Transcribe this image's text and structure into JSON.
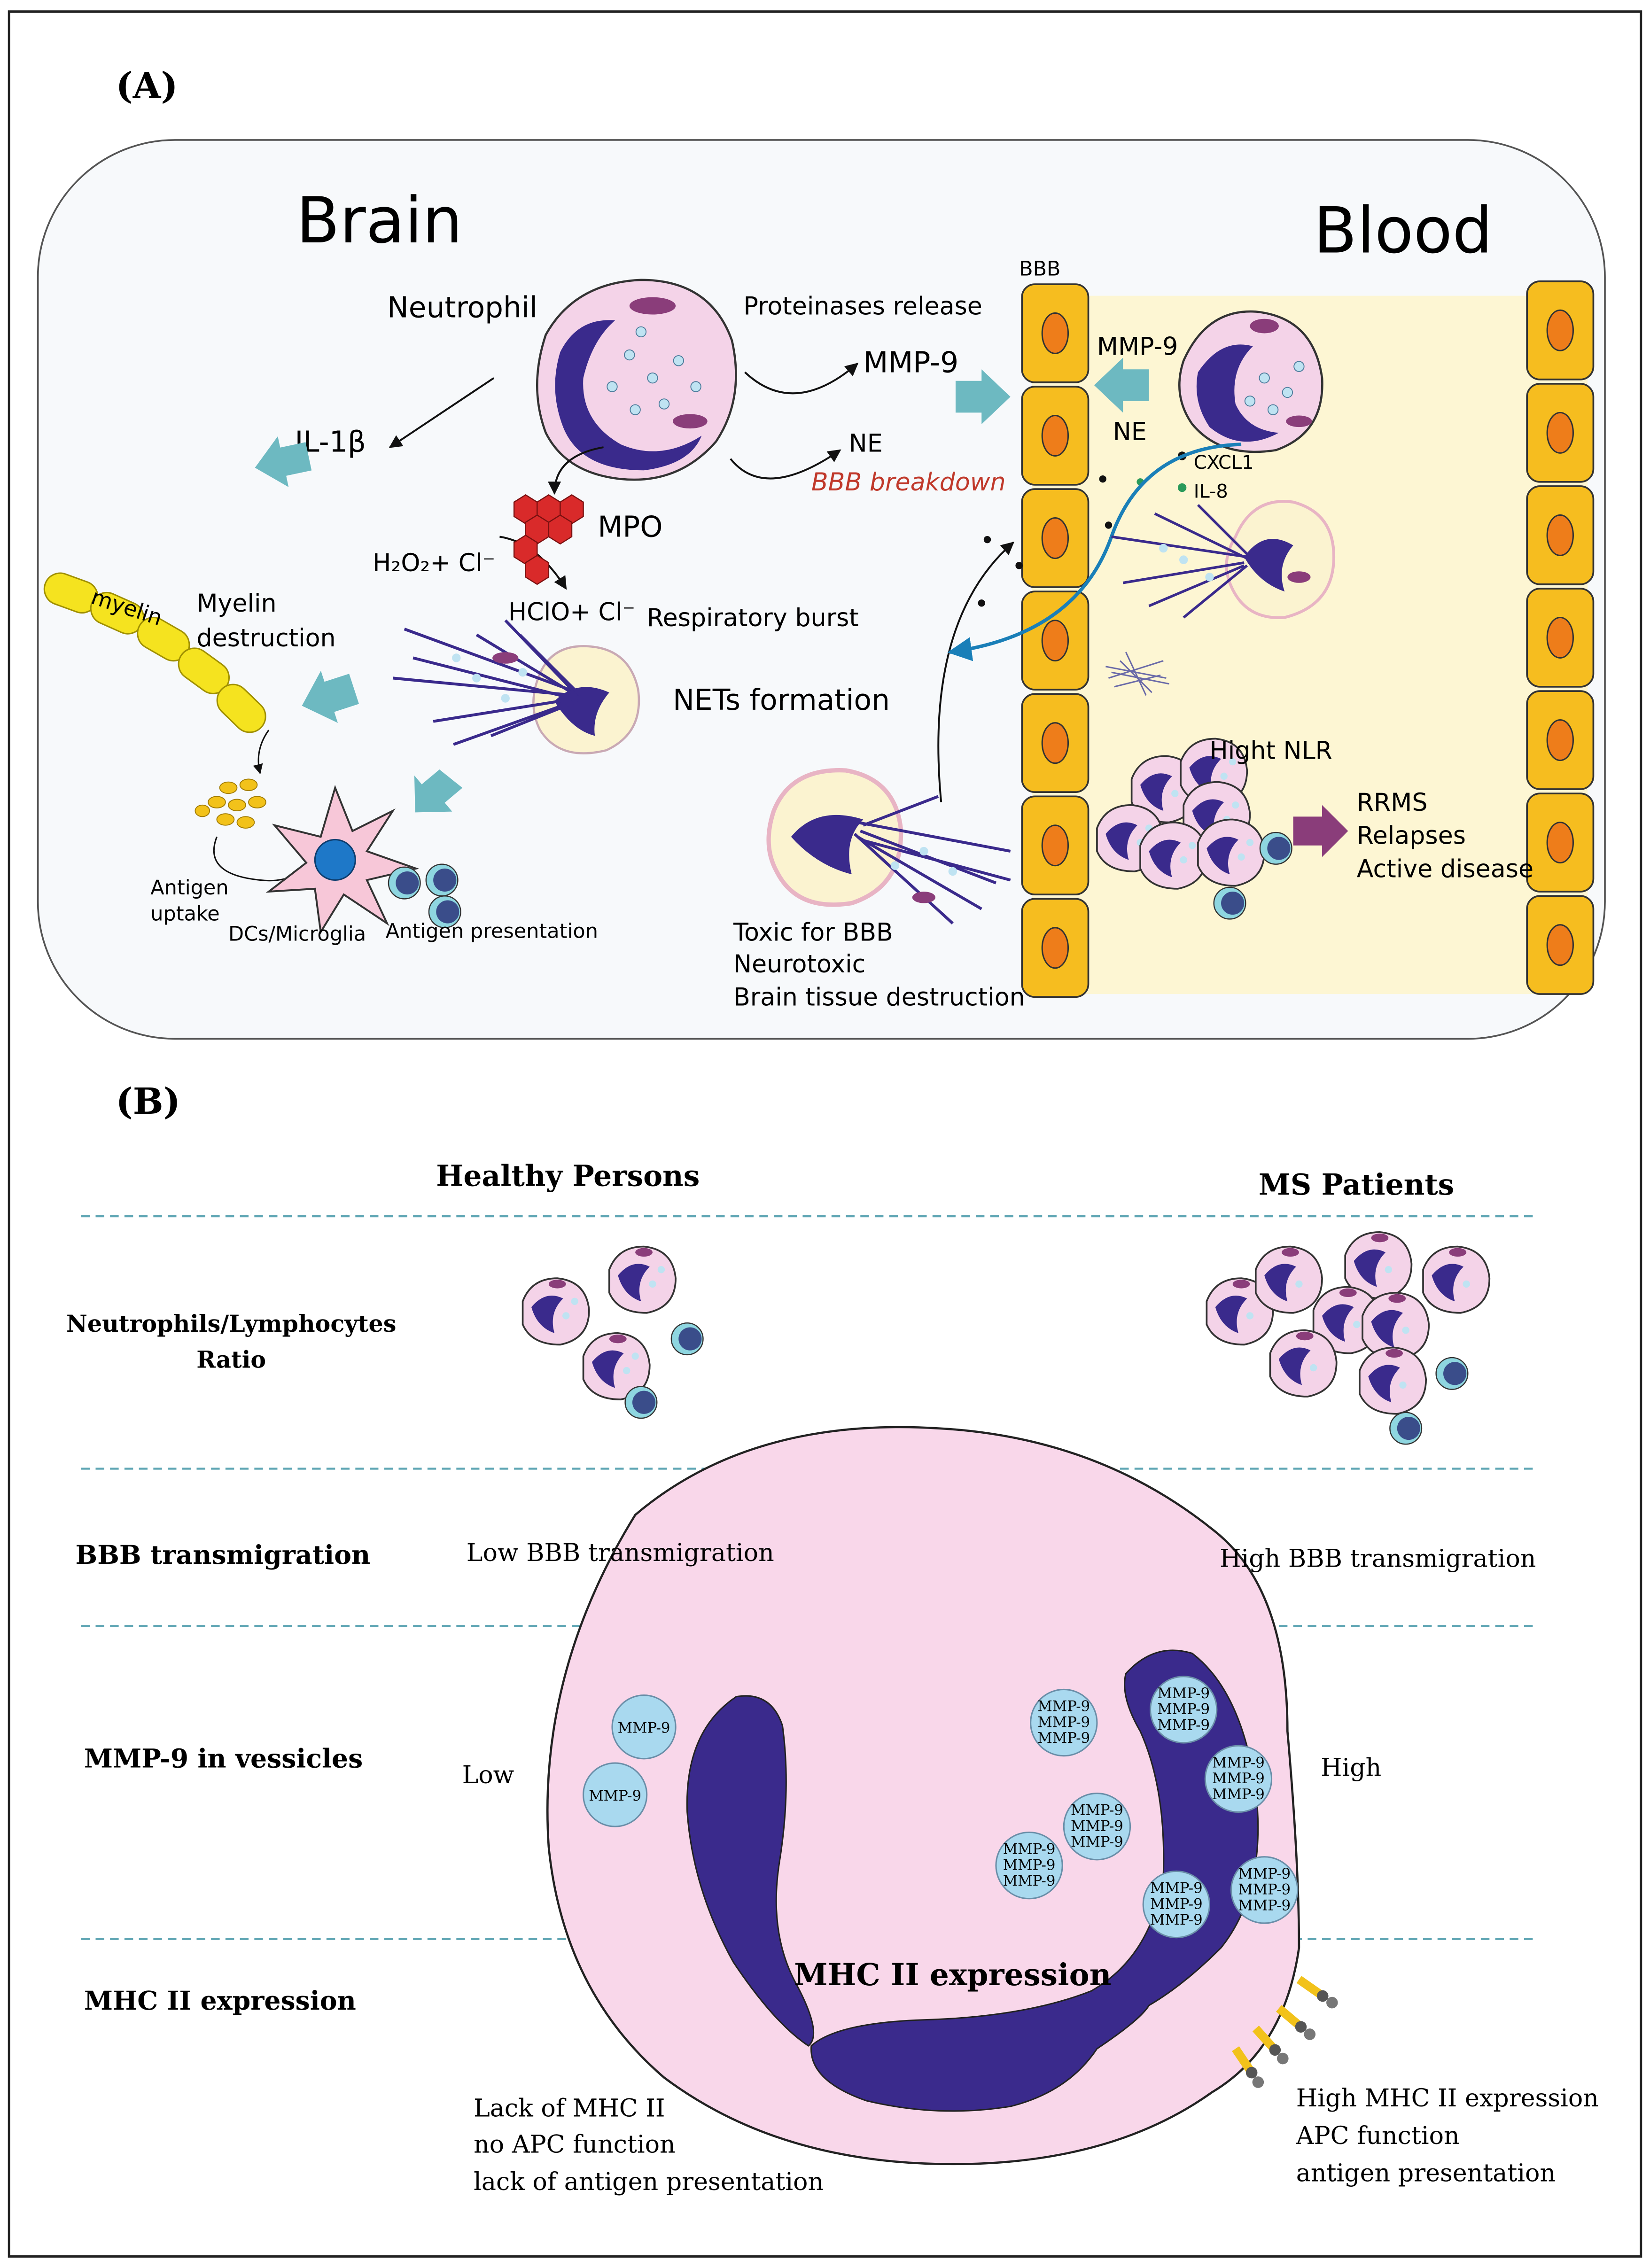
{
  "panel_a": {
    "label": "(A)",
    "brain_title": "Brain",
    "blood_title": "Blood",
    "neutrophil": "Neutrophil",
    "proteinases_release": "Proteinases release",
    "mmp9_left": "MMP-9",
    "ne_left": "NE",
    "bbb_breakdown": "BBB breakdown",
    "bbb": "BBB",
    "mmp9_right": "MMP-9",
    "ne_right": "NE",
    "cxcl1": "CXCL1",
    "il8": "IL-8",
    "il1b": "IL-1β",
    "mpo": "MPO",
    "h2o2_cl": "H₂O₂+ Cl⁻",
    "hclo_cl": "HClO+ Cl⁻",
    "respiratory_burst": "Respiratory burst",
    "myelin": "myelin",
    "myelin_destruction_1": "Myelin",
    "myelin_destruction_2": "destruction",
    "nets_formation": "NETs formation",
    "antigen_uptake_1": "Antigen",
    "antigen_uptake_2": "uptake",
    "dcs_microglia": "DCs/Microglia",
    "antigen_presentation": "Antigen presentation",
    "toxic_1": "Toxic for BBB",
    "toxic_2": "Neurotoxic",
    "toxic_3": "Brain tissue destruction",
    "hight_nlr": "Hight NLR",
    "rrms": "RRMS",
    "relapses": "Relapses",
    "active_disease": "Active disease"
  },
  "panel_b": {
    "label": "(B)",
    "healthy": "Healthy Persons",
    "ms": "MS Patients",
    "rows": [
      {
        "label_1": "Neutrophils/Lymphocytes",
        "label_2": "Ratio"
      },
      {
        "label_1": "BBB transmigration"
      },
      {
        "label_1": "MMP-9 in vessicles"
      },
      {
        "label_1": "MHC II expression"
      }
    ],
    "low_bbb": "Low BBB transmigration",
    "high_bbb": "High BBB transmigration",
    "low": "Low",
    "high": "High",
    "vesicle_label": "MMP-9",
    "mhc_center": "MHC II expression",
    "lack_1": "Lack of MHC II",
    "lack_2": "no APC function",
    "lack_3": "lack of antigen presentation",
    "high_mhc_1": "High MHC II expression",
    "high_mhc_2": "APC function",
    "high_mhc_3": "antigen presentation"
  },
  "colors": {
    "neutrophil_fill": "#f4d3e8",
    "nucleus": "#3a2a8c",
    "granule": "#bfe3f2",
    "bbb_cell": "#f6bd1f",
    "bbb_nucleus": "#ee7d1a",
    "blood_bg": "#fdf6d3",
    "teal_arrow": "#6db9c1",
    "mpo_red": "#d92a2a",
    "myelin": "#f5e31f",
    "dc_pink": "#f7c7d8",
    "bbb_breakdown_text": "#c0392b",
    "purple_arrow": "#8a3d7a",
    "dashed_line": "#5fa6b4",
    "vesicle": "#a9d9ef"
  }
}
